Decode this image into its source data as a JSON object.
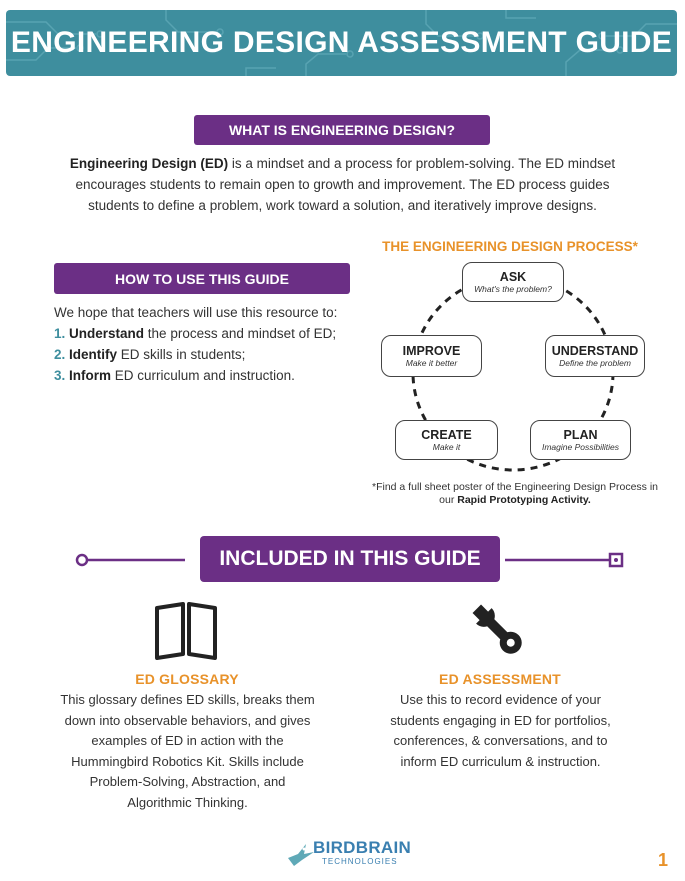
{
  "header": {
    "title": "ENGINEERING DESIGN ASSESSMENT GUIDE",
    "bg_color": "#3e8e9e"
  },
  "what_section": {
    "heading": "WHAT IS ENGINEERING DESIGN?",
    "intro_bold": "Engineering Design (ED)",
    "intro_text": " is a mindset and a process for problem-solving. The ED mindset encourages students to remain open to growth and improvement. The ED process guides students to define a problem, work toward a solution, and iteratively improve designs."
  },
  "how_section": {
    "heading": "HOW TO USE THIS GUIDE",
    "lead": "We hope that teachers will use this resource to:",
    "items": [
      {
        "num": "1.",
        "verb": "Understand",
        "rest": " the process and mindset of ED;"
      },
      {
        "num": "2.",
        "verb": "Identify",
        "rest": " ED skills in students;"
      },
      {
        "num": "3.",
        "verb": "Inform",
        "rest": " ED curriculum and instruction."
      }
    ]
  },
  "process": {
    "title": "THE ENGINEERING DESIGN PROCESS*",
    "steps": {
      "ask": {
        "title": "ASK",
        "sub": "What's the problem?"
      },
      "understand": {
        "title": "UNDERSTAND",
        "sub": "Define the problem"
      },
      "plan": {
        "title": "PLAN",
        "sub": "Imagine Possibilities"
      },
      "create": {
        "title": "CREATE",
        "sub": "Make it"
      },
      "improve": {
        "title": "IMPROVE",
        "sub": "Make it better"
      }
    },
    "footnote_text": "*Find a full sheet poster of the Engineering Design Process in our ",
    "footnote_bold": "Rapid Prototyping Activity."
  },
  "included": {
    "heading": "INCLUDED IN THIS GUIDE",
    "glossary": {
      "icon": "open-book-icon",
      "title": "ED GLOSSARY",
      "body": "This glossary defines ED skills, breaks them down into observable behaviors, and gives examples of ED in action with the Hummingbird Robotics Kit. Skills include Problem-Solving, Abstraction, and Algorithmic Thinking."
    },
    "assessment": {
      "icon": "wrench-icon",
      "title": "ED ASSESSMENT",
      "body": "Use this to record evidence of your students engaging in ED for portfolios, conferences, & conversations, and to inform ED curriculum & instruction."
    }
  },
  "footer": {
    "logo_top": "BIRDBRAIN",
    "logo_bottom": "TECHNOLOGIES",
    "page_number": "1"
  },
  "colors": {
    "purple": "#6b2f85",
    "orange": "#e8922a",
    "teal": "#3e8e9e"
  }
}
